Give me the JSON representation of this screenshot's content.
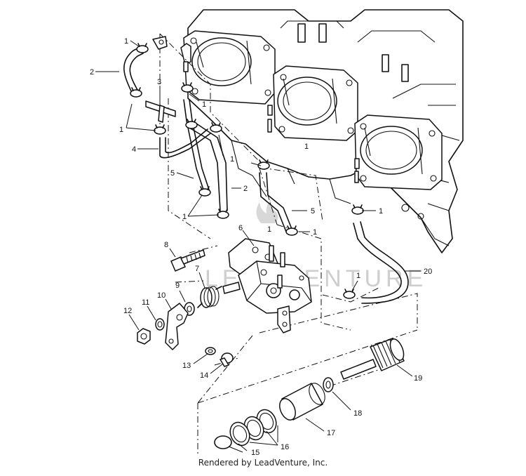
{
  "watermark": "LEADVENTURE",
  "credit": "Rendered by LeadVenture, Inc.",
  "callouts": [
    "1",
    "2",
    "3",
    "1",
    "1",
    "1",
    "4",
    "5",
    "2",
    "1",
    "5",
    "1",
    "1",
    "6",
    "1",
    "1",
    "8",
    "7",
    "9",
    "10",
    "11",
    "12",
    "1",
    "20",
    "13",
    "14",
    "19",
    "18",
    "17",
    "16",
    "15"
  ]
}
